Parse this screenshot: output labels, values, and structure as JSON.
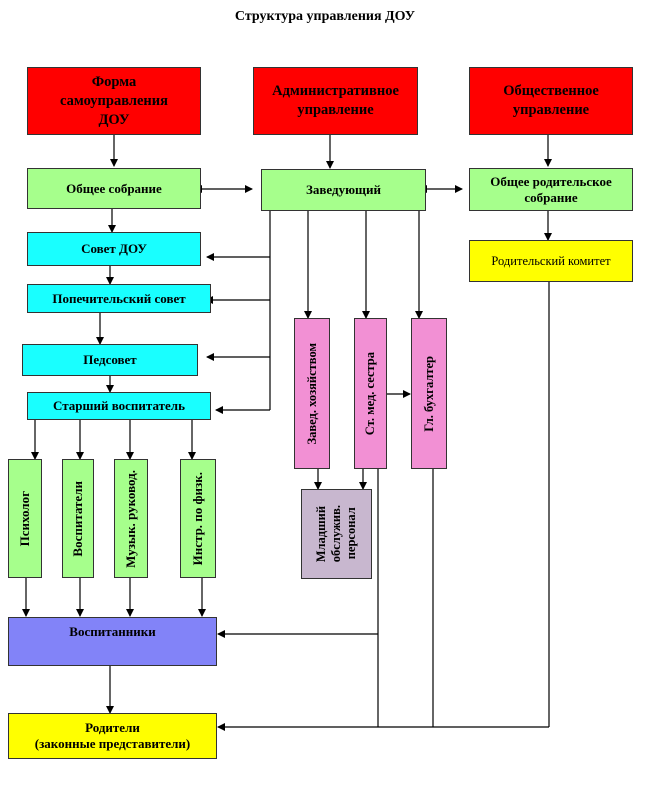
{
  "title": "Структура управления ДОУ",
  "top": {
    "self_government": "Форма\nсамоуправления\nДОУ",
    "administrative": "Административное\nуправление",
    "public": "Общественное\nуправление"
  },
  "left": {
    "general_meeting": "Общее собрание",
    "council": "Совет ДОУ",
    "trustees": "Попечительский совет",
    "pedsovet": "Педсовет",
    "senior_teacher": "Старший воспитатель",
    "psychologist": "Психолог",
    "educators": "Воспитатели",
    "music": "Музык. руковод.",
    "pe_instructor": "Инстр. по физк.",
    "pupils": "Воспитанники",
    "parents": "Родители\n(законные представители)"
  },
  "center": {
    "head": "Заведующий",
    "household": "Завед. хозяйством",
    "nurse": "Ст. мед. сестра",
    "accountant": "Гл. бухгалтер",
    "junior_staff": "Младший\nобслужив.\nперсонал"
  },
  "right": {
    "parents_meeting": "Общее родительское\nсобрание",
    "parents_committee": "Родительский комитет"
  },
  "colors": {
    "red": "#ff0000",
    "green": "#a6ff8c",
    "cyan": "#19ffff",
    "yellow": "#ffff00",
    "pink": "#f290d4",
    "lilac": "#c8b7cf",
    "blue": "#8283f8"
  }
}
